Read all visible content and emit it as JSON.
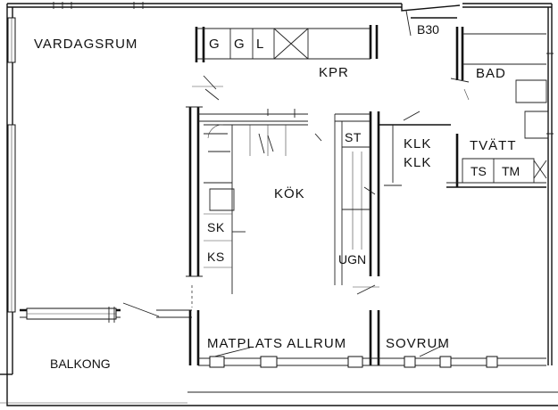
{
  "rooms": {
    "vardagsrum": "VARDAGSRUM",
    "kpr": "KPR",
    "bad": "BAD",
    "kok": "KÖK",
    "klk1": "KLK",
    "klk2": "KLK",
    "tvatt": "TVÄTT",
    "matplats_allrum": "MATPLATS ALLRUM",
    "sovrum": "SOVRUM",
    "balkong": "BALKONG"
  },
  "fixtures": {
    "g1": "G",
    "g2": "G",
    "l": "L",
    "b30": "B30",
    "st": "ST",
    "sk": "SK",
    "ks": "KS",
    "ugn": "UGN",
    "ts": "TS",
    "tm": "TM"
  }
}
